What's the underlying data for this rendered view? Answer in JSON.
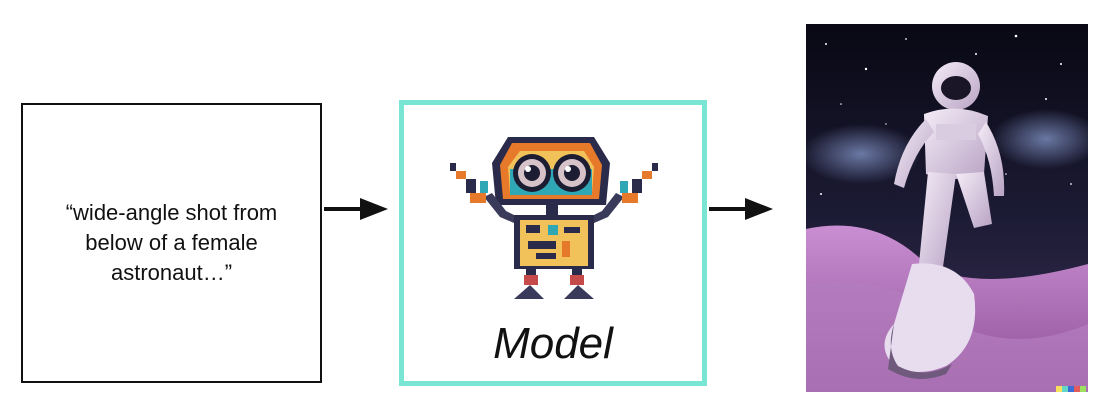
{
  "input": {
    "prompt_text": "“wide-angle shot from below of a female astronaut…”"
  },
  "model": {
    "label": "Model",
    "border_color": "#79e6d3",
    "icon": "robot-icon"
  },
  "output": {
    "image": "astronaut-on-pink-dunes-image",
    "watermark_colors": [
      "#f7e05b",
      "#64d7c8",
      "#3b6fd8",
      "#e45b5b",
      "#9be060"
    ]
  },
  "arrows": {
    "color": "#111111"
  }
}
